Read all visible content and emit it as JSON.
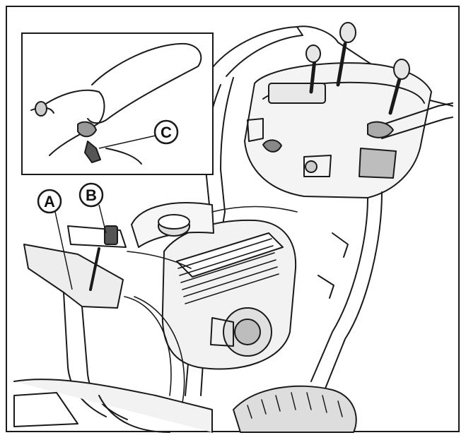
{
  "figure": {
    "callouts": [
      {
        "id": "A",
        "label": "A"
      },
      {
        "id": "B",
        "label": "B"
      },
      {
        "id": "C",
        "label": "C"
      }
    ],
    "colors": {
      "line": "#1a1a1a",
      "background": "#ffffff",
      "shade": "#d9d9d9"
    }
  }
}
